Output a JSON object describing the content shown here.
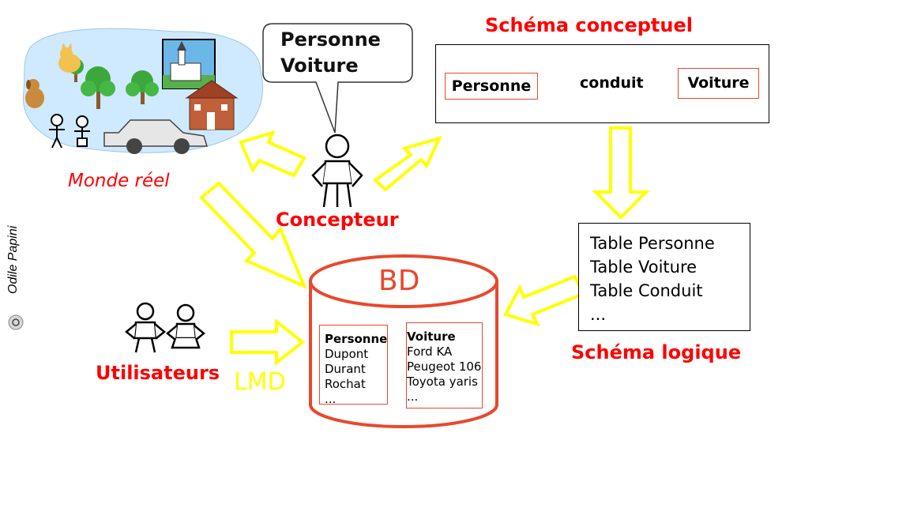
{
  "credit": {
    "author": "Odile Papini",
    "symbol": "©"
  },
  "real_world": {
    "label": "Monde réel"
  },
  "designer": {
    "label": "Concepteur",
    "bubble_lines": [
      "Personne",
      "Voiture"
    ]
  },
  "conceptual": {
    "title": "Schéma conceptuel",
    "entity1": "Personne",
    "relation": "conduit",
    "entity2": "Voiture"
  },
  "logical": {
    "title": "Schéma logique",
    "lines": [
      "Table Personne",
      "Table Voiture",
      "Table Conduit",
      "..."
    ]
  },
  "database": {
    "label": "BD",
    "tables": [
      {
        "header": "Personne",
        "rows": [
          "Dupont",
          "Durant",
          "Rochat",
          "..."
        ]
      },
      {
        "header": "Voiture",
        "rows": [
          "Ford KA",
          "Peugeot 106",
          "Toyota yaris",
          "..."
        ]
      }
    ]
  },
  "users": {
    "label": "Utilisateurs",
    "lmd_label": "LMD"
  },
  "colors": {
    "accent_red": "#ff0000",
    "arrow_yellow": "#ffff00",
    "db_red": "#e8482d"
  }
}
